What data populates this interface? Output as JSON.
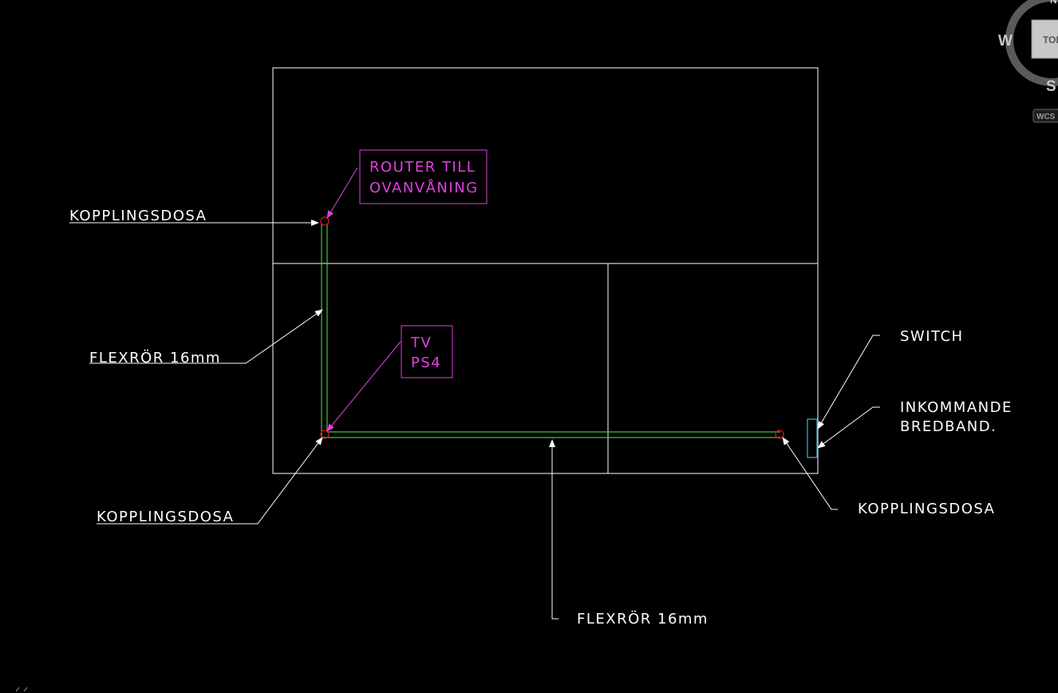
{
  "drawing": {
    "router_note": {
      "line1": "ROUTER TILL",
      "line2": "OVANVÅNING"
    },
    "tv_note": {
      "line1": "TV",
      "line2": "PS4"
    },
    "kopplingsdosa_top": "KOPPLINGSDOSA",
    "kopplingsdosa_bottom_left": "KOPPLINGSDOSA",
    "kopplingsdosa_right": "KOPPLINGSDOSA",
    "flexror_left": "FLEXRÖR 16mm",
    "flexror_bottom": "FLEXRÖR 16mm",
    "switch": "SWITCH",
    "inkommande": {
      "line1": "INKOMMANDE",
      "line2": "BREDBAND."
    }
  },
  "viewcube": {
    "west": "W",
    "south": "S",
    "top_face": "TOP",
    "north": "N",
    "wcs_label": "WCS"
  },
  "colors": {
    "background": "#000000",
    "walls": "#ffffff",
    "conduit": "#3cc83c",
    "annotation": "#e040e0",
    "junction_box": "#e01010",
    "switch_box": "#3aa6c8"
  }
}
